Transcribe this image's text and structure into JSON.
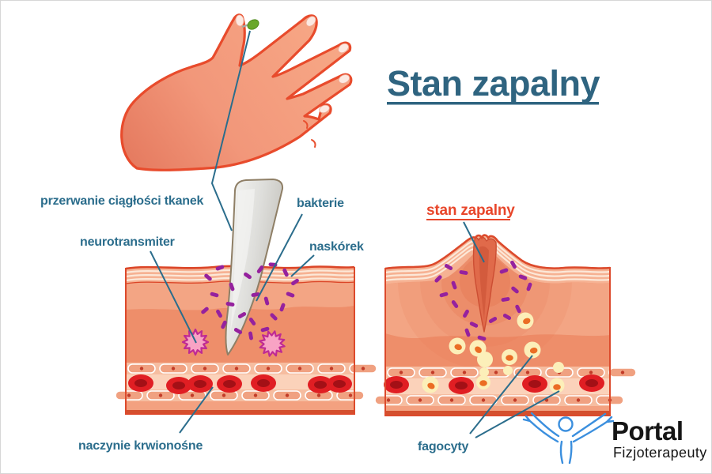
{
  "title": "Stan zapalny",
  "labels": {
    "tissue_break": "przerwanie ciągłości tkanek",
    "neurotransmitter": "neurotransmiter",
    "bacteria": "bakterie",
    "epidermis": "naskórek",
    "blood_vessel": "naczynie krwionośne",
    "inflammation": "stan zapalny",
    "phagocytes": "fagocyty"
  },
  "logo": {
    "name": "Portal",
    "subtitle": "Fizjoterapeuty"
  },
  "colors": {
    "title": "#2f6480",
    "label": "#2b6d8c",
    "inflammation_label": "#e8462a",
    "leader_line": "#2b6d8c",
    "skin_base": "#ee8e6a",
    "skin_band": "#f3a584",
    "epidermis_fill": "#f6b293",
    "epidermis_stripe": "#fce8d8",
    "skin_outline": "#dc4a2c",
    "bacteria": "#95219e",
    "mast_cell_fill": "#f8a3c4",
    "mast_cell_stroke": "#bf2a94",
    "phagocyte_fill": "#fcefb9",
    "phagocyte_nucleus": "#eb6d24",
    "rbc_outer": "#e01e23",
    "rbc_inner": "#a31016",
    "vessel_lumen": "#fbd2ba",
    "splinter_fill": "#dededb",
    "splinter_outline": "#8f7f66",
    "thorn": "#69a72b",
    "hand_fill": "#f59b7d",
    "hand_outline": "#e84b2c",
    "logo_figure": "#3b8fde",
    "logo_text": "#151515"
  }
}
